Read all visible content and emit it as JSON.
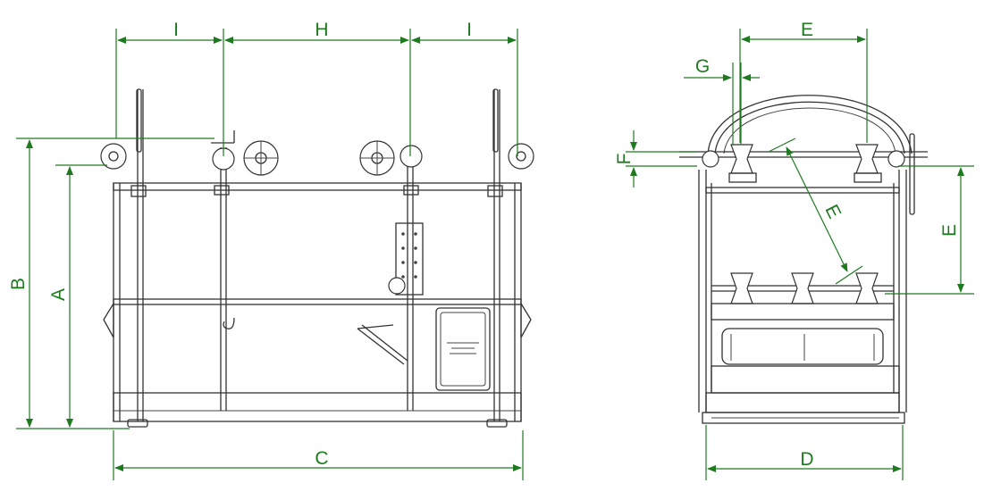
{
  "dimensions": {
    "front": {
      "A": "A",
      "B": "B",
      "C": "C",
      "H": "H",
      "I_left": "I",
      "I_right": "I"
    },
    "side": {
      "D": "D",
      "E_top": "E",
      "E_diag": "E",
      "E_right": "E",
      "F": "F",
      "G": "G"
    }
  },
  "colors": {
    "dimension": "#1f7a1f",
    "drawing": "#333333",
    "background": "#ffffff"
  }
}
